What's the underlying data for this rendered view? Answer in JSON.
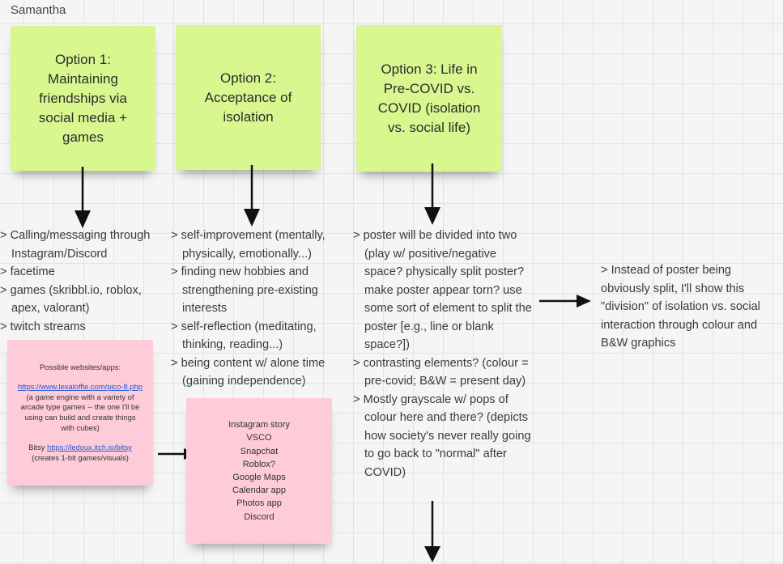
{
  "board": {
    "owner": "Samantha"
  },
  "options": [
    {
      "text": "Option 1: Maintaining friendships via social media + games"
    },
    {
      "text": "Option 2: Acceptance of isolation"
    },
    {
      "text": "Option 3: Life in Pre-COVID vs. COVID (isolation vs. social life)"
    }
  ],
  "notes": {
    "col1": [
      "> Calling/messaging through Instagram/Discord",
      "> facetime",
      "> games (skribbl.io, roblox, apex, valorant)",
      "> twitch streams"
    ],
    "col2": [
      "> self-improvement (mentally, physically, emotionally...)",
      "> finding new hobbies and strengthening pre-existing interests",
      "> self-reflection (meditating, thinking, reading...)",
      "> being content w/ alone time (gaining independence)"
    ],
    "col3": [
      "> poster will be divided into two (play w/ positive/negative space? physically split poster? make poster appear torn? use some sort of element to split the poster [e.g., line or blank space?])",
      "> contrasting elements? (colour = pre-covid; B&W = present day)",
      "> Mostly grayscale w/ pops of colour here and there? (depicts how society's never really going to go back to \"normal\" after COVID)"
    ],
    "col4": "> Instead of poster being obviously split, I'll show this \"division\" of isolation vs. social interaction through colour and B&W graphics"
  },
  "websites": {
    "title": "Possible websites/apps:",
    "link1": "https://www.lexaloffle.com/pico-8.php",
    "desc1": "(a game engine with a variety of arcade type games -- the one I'll be using can build and create things with cubes)",
    "label2": "Bitsy",
    "link2": "https://ledoux.itch.io/bitsy",
    "desc2": "(creates 1-bit games/visuals)"
  },
  "apps": {
    "items": [
      "Instagram story",
      "VSCO",
      "Snapchat",
      "Roblox?",
      "Google Maps",
      "Calendar app",
      "Photos app",
      "Discord"
    ]
  },
  "colors": {
    "green_sticky": "#d8f78f",
    "pink_sticky": "#fecbd9",
    "link": "#2358d6"
  }
}
